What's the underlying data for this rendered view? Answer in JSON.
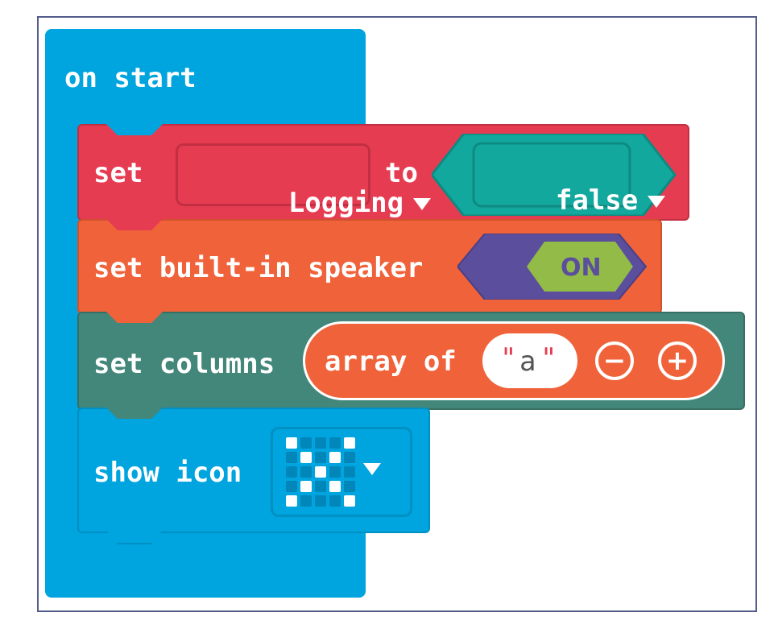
{
  "colors": {
    "events": "#00a4de",
    "variables": "#e63c52",
    "music": "#f0633a",
    "arrays_set": "#43877a",
    "logic": "#13a89e",
    "toggle_outer": "#5b4e9d",
    "toggle_on": "#92bb48",
    "frame": "#545c8c"
  },
  "on_start": {
    "label": "on start"
  },
  "set_variable": {
    "set_label": "set",
    "variable": "Logging",
    "to_label": "to",
    "value": "false",
    "dropdown_icon": "caret-down-icon"
  },
  "speaker": {
    "label": "set built-in speaker",
    "toggle_value": "ON"
  },
  "columns": {
    "label": "set columns",
    "array_label": "array of",
    "string_quote_open": "\"",
    "string_value": "a",
    "string_quote_close": "\"",
    "remove_icon": "minus-circle-icon",
    "remove_glyph": "−",
    "add_icon": "plus-circle-icon",
    "add_glyph": "+"
  },
  "show_icon": {
    "label": "show icon",
    "icon_name": "no-icon",
    "grid": [
      [
        1,
        0,
        0,
        0,
        1
      ],
      [
        0,
        1,
        0,
        1,
        0
      ],
      [
        0,
        0,
        1,
        0,
        0
      ],
      [
        0,
        1,
        0,
        1,
        0
      ],
      [
        1,
        0,
        0,
        0,
        1
      ]
    ]
  }
}
